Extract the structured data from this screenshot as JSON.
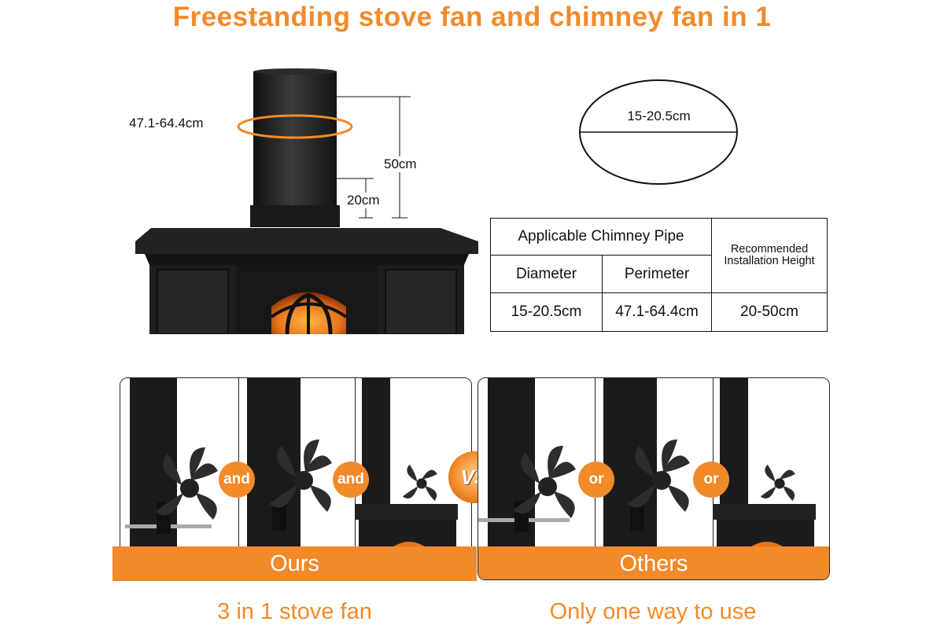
{
  "title": "Freestanding stove fan and chimney fan in 1",
  "stove_diagram": {
    "perimeter_label": "47.1-64.4cm",
    "height_max_label": "50cm",
    "height_min_label": "20cm"
  },
  "ellipse_diagram": {
    "diameter_label": "15-20.5cm"
  },
  "spec_table": {
    "header": "Applicable Chimney Pipe",
    "recommended_header": "Recommended Installation Height",
    "columns": [
      "Diameter",
      "Perimeter"
    ],
    "values": [
      "15-20.5cm",
      "47.1-64.4cm",
      "20-50cm"
    ]
  },
  "comparison": {
    "ours": {
      "label": "Ours",
      "connector": "and",
      "caption": "3 in 1 stove fan"
    },
    "others": {
      "label": "Others",
      "connector": "or",
      "caption": "Only one way to use"
    },
    "vs_label": "VS"
  },
  "colors": {
    "accent": "#f28a2a",
    "stove": "#1c1c1c",
    "fire": "#e8741c"
  }
}
